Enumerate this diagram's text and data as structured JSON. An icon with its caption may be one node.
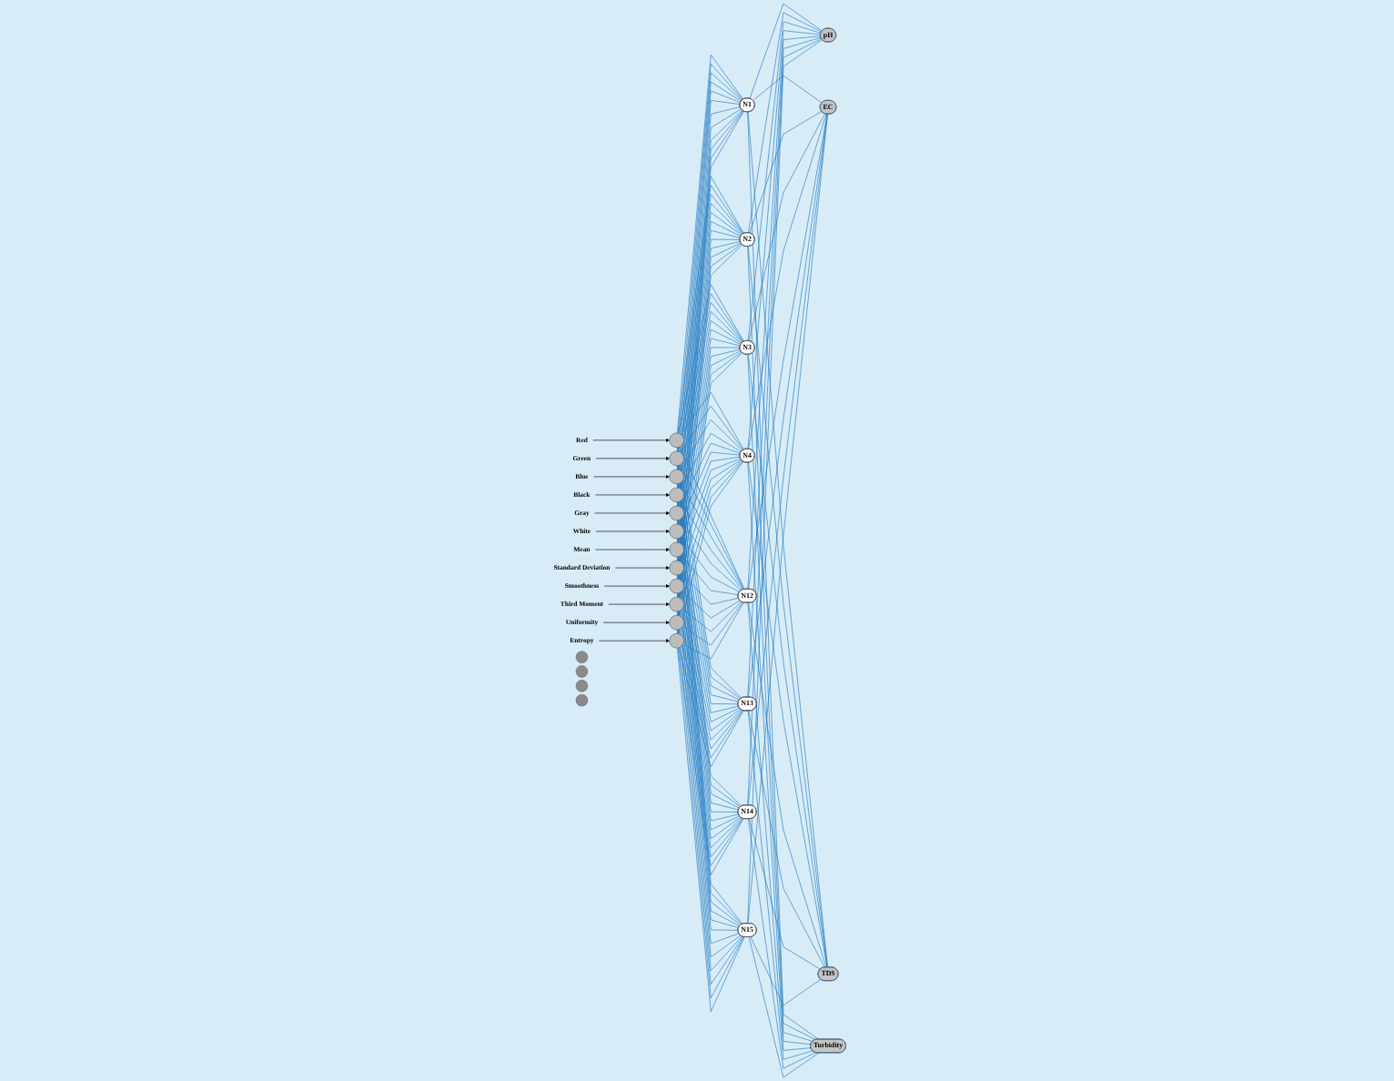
{
  "diagram": {
    "nodes": [
      {
        "text": [
          "Red"
        ]
      },
      {
        "text": [
          "Green"
        ]
      },
      {
        "text": [
          "Blue"
        ]
      },
      {
        "text": [
          "Black"
        ]
      },
      {
        "text": [
          "Gray"
        ]
      },
      {
        "text": [
          "White"
        ]
      },
      {
        "text": [
          "Mean"
        ]
      },
      {
        "text": [
          "Standard Deviation"
        ]
      },
      {
        "text": [
          "Smoothness"
        ]
      },
      {
        "text": [
          "Third Moment"
        ]
      },
      {
        "text": [
          "Uniformity"
        ]
      },
      {
        "text": [
          "Entropy"
        ]
      },
      {
        "text": [],
        "shape": "circle"
      },
      {
        "text": [],
        "shape": "circle"
      },
      {
        "text": [],
        "shape": "circle"
      },
      {
        "text": [],
        "shape": "circle"
      },
      {
        "text": [],
        "shape": "circle"
      },
      {
        "text": [],
        "shape": "circle"
      },
      {
        "text": [],
        "shape": "circle"
      },
      {
        "text": [],
        "shape": "circle"
      },
      {
        "text": [],
        "shape": "circle"
      },
      {
        "text": [],
        "shape": "circle"
      },
      {
        "text": [],
        "shape": "circle"
      },
      {
        "text": [],
        "shape": "circle"
      },
      {
        "text": [
          "N1"
        ]
      },
      {
        "text": [
          "N2"
        ]
      },
      {
        "text": [
          "N3"
        ]
      },
      {
        "text": [
          "N4"
        ]
      },
      {
        "text": [],
        "shape": "circle"
      },
      {
        "text": [],
        "shape": "circle"
      },
      {
        "text": [],
        "shape": "circle"
      },
      {
        "text": [],
        "shape": "circle"
      },
      {
        "text": [
          "N12"
        ]
      },
      {
        "text": [
          "N13"
        ]
      },
      {
        "text": [
          "N14"
        ]
      },
      {
        "text": [
          "N15"
        ]
      },
      {
        "text": [
          "pH"
        ]
      },
      {
        "text": [
          "EC"
        ]
      },
      {
        "text": [
          "TDS"
        ]
      },
      {
        "text": [
          "Turbidity"
        ]
      }
    ],
    "edges": [
      {
        "from": 0,
        "to": 12,
        "arrow": "to",
        "color": "#000000"
      },
      {
        "from": 1,
        "to": 13,
        "arrow": "to",
        "color": "#000000"
      },
      {
        "from": 2,
        "to": 14,
        "arrow": "to",
        "color": "#000000"
      },
      {
        "from": 3,
        "to": 15,
        "arrow": "to",
        "color": "#000000"
      },
      {
        "from": 4,
        "to": 16,
        "arrow": "to",
        "color": "#000000"
      },
      {
        "from": 5,
        "to": 17,
        "arrow": "to",
        "color": "#000000"
      },
      {
        "from": 6,
        "to": 18,
        "arrow": "to",
        "color": "#000000"
      },
      {
        "from": 7,
        "to": 19,
        "arrow": "to",
        "color": "#000000"
      },
      {
        "from": 8,
        "to": 20,
        "arrow": "to",
        "color": "#000000"
      },
      {
        "from": 9,
        "to": 21,
        "arrow": "to",
        "color": "#000000"
      },
      {
        "from": 10,
        "to": 22,
        "arrow": "to",
        "color": "#000000"
      },
      {
        "from": 11,
        "to": 23,
        "arrow": "to",
        "color": "#000000"
      },
      {
        "from": 12,
        "to": 24,
        "arrow": "none"
      },
      {
        "from": 12,
        "to": 25,
        "arrow": "none"
      },
      {
        "from": 12,
        "to": 26,
        "arrow": "none"
      },
      {
        "from": 12,
        "to": 27,
        "arrow": "none"
      },
      {
        "from": 12,
        "to": 32,
        "arrow": "none"
      },
      {
        "from": 12,
        "to": 33,
        "arrow": "none"
      },
      {
        "from": 12,
        "to": 34,
        "arrow": "none"
      },
      {
        "from": 12,
        "to": 35,
        "arrow": "none"
      },
      {
        "from": 13,
        "to": 24,
        "arrow": "none"
      },
      {
        "from": 13,
        "to": 25,
        "arrow": "none"
      },
      {
        "from": 13,
        "to": 26,
        "arrow": "none"
      },
      {
        "from": 13,
        "to": 27,
        "arrow": "none"
      },
      {
        "from": 13,
        "to": 32,
        "arrow": "none"
      },
      {
        "from": 13,
        "to": 33,
        "arrow": "none"
      },
      {
        "from": 13,
        "to": 34,
        "arrow": "none"
      },
      {
        "from": 13,
        "to": 35,
        "arrow": "none"
      },
      {
        "from": 14,
        "to": 24,
        "arrow": "none"
      },
      {
        "from": 14,
        "to": 25,
        "arrow": "none"
      },
      {
        "from": 14,
        "to": 26,
        "arrow": "none"
      },
      {
        "from": 14,
        "to": 27,
        "arrow": "none"
      },
      {
        "from": 14,
        "to": 32,
        "arrow": "none"
      },
      {
        "from": 14,
        "to": 33,
        "arrow": "none"
      },
      {
        "from": 14,
        "to": 34,
        "arrow": "none"
      },
      {
        "from": 14,
        "to": 35,
        "arrow": "none"
      },
      {
        "from": 15,
        "to": 24,
        "arrow": "none"
      },
      {
        "from": 15,
        "to": 25,
        "arrow": "none"
      },
      {
        "from": 15,
        "to": 26,
        "arrow": "none"
      },
      {
        "from": 15,
        "to": 27,
        "arrow": "none"
      },
      {
        "from": 15,
        "to": 32,
        "arrow": "none"
      },
      {
        "from": 15,
        "to": 33,
        "arrow": "none"
      },
      {
        "from": 15,
        "to": 34,
        "arrow": "none"
      },
      {
        "from": 15,
        "to": 35,
        "arrow": "none"
      },
      {
        "from": 16,
        "to": 24,
        "arrow": "none"
      },
      {
        "from": 16,
        "to": 25,
        "arrow": "none"
      },
      {
        "from": 16,
        "to": 26,
        "arrow": "none"
      },
      {
        "from": 16,
        "to": 27,
        "arrow": "none"
      },
      {
        "from": 16,
        "to": 32,
        "arrow": "none"
      },
      {
        "from": 16,
        "to": 33,
        "arrow": "none"
      },
      {
        "from": 16,
        "to": 34,
        "arrow": "none"
      },
      {
        "from": 16,
        "to": 35,
        "arrow": "none"
      },
      {
        "from": 17,
        "to": 24,
        "arrow": "none"
      },
      {
        "from": 17,
        "to": 25,
        "arrow": "none"
      },
      {
        "from": 17,
        "to": 26,
        "arrow": "none"
      },
      {
        "from": 17,
        "to": 27,
        "arrow": "none"
      },
      {
        "from": 17,
        "to": 32,
        "arrow": "none"
      },
      {
        "from": 17,
        "to": 33,
        "arrow": "none"
      },
      {
        "from": 17,
        "to": 34,
        "arrow": "none"
      },
      {
        "from": 17,
        "to": 35,
        "arrow": "none"
      },
      {
        "from": 18,
        "to": 24,
        "arrow": "none"
      },
      {
        "from": 18,
        "to": 25,
        "arrow": "none"
      },
      {
        "from": 18,
        "to": 26,
        "arrow": "none"
      },
      {
        "from": 18,
        "to": 27,
        "arrow": "none"
      },
      {
        "from": 18,
        "to": 32,
        "arrow": "none"
      },
      {
        "from": 18,
        "to": 33,
        "arrow": "none"
      },
      {
        "from": 18,
        "to": 34,
        "arrow": "none"
      },
      {
        "from": 18,
        "to": 35,
        "arrow": "none"
      },
      {
        "from": 19,
        "to": 24,
        "arrow": "none"
      },
      {
        "from": 19,
        "to": 25,
        "arrow": "none"
      },
      {
        "from": 19,
        "to": 26,
        "arrow": "none"
      },
      {
        "from": 19,
        "to": 27,
        "arrow": "none"
      },
      {
        "from": 19,
        "to": 32,
        "arrow": "none"
      },
      {
        "from": 19,
        "to": 33,
        "arrow": "none"
      },
      {
        "from": 19,
        "to": 34,
        "arrow": "none"
      },
      {
        "from": 19,
        "to": 35,
        "arrow": "none"
      },
      {
        "from": 20,
        "to": 24,
        "arrow": "none"
      },
      {
        "from": 20,
        "to": 25,
        "arrow": "none"
      },
      {
        "from": 20,
        "to": 26,
        "arrow": "none"
      },
      {
        "from": 20,
        "to": 27,
        "arrow": "none"
      },
      {
        "from": 20,
        "to": 32,
        "arrow": "none"
      },
      {
        "from": 20,
        "to": 33,
        "arrow": "none"
      },
      {
        "from": 20,
        "to": 34,
        "arrow": "none"
      },
      {
        "from": 20,
        "to": 35,
        "arrow": "none"
      },
      {
        "from": 21,
        "to": 24,
        "arrow": "none"
      },
      {
        "from": 21,
        "to": 25,
        "arrow": "none"
      },
      {
        "from": 21,
        "to": 26,
        "arrow": "none"
      },
      {
        "from": 21,
        "to": 27,
        "arrow": "none"
      },
      {
        "from": 21,
        "to": 32,
        "arrow": "none"
      },
      {
        "from": 21,
        "to": 33,
        "arrow": "none"
      },
      {
        "from": 21,
        "to": 34,
        "arrow": "none"
      },
      {
        "from": 21,
        "to": 35,
        "arrow": "none"
      },
      {
        "from": 22,
        "to": 24,
        "arrow": "none"
      },
      {
        "from": 22,
        "to": 25,
        "arrow": "none"
      },
      {
        "from": 22,
        "to": 26,
        "arrow": "none"
      },
      {
        "from": 22,
        "to": 27,
        "arrow": "none"
      },
      {
        "from": 22,
        "to": 32,
        "arrow": "none"
      },
      {
        "from": 22,
        "to": 33,
        "arrow": "none"
      },
      {
        "from": 22,
        "to": 34,
        "arrow": "none"
      },
      {
        "from": 22,
        "to": 35,
        "arrow": "none"
      },
      {
        "from": 23,
        "to": 24,
        "arrow": "none"
      },
      {
        "from": 23,
        "to": 25,
        "arrow": "none"
      },
      {
        "from": 23,
        "to": 26,
        "arrow": "none"
      },
      {
        "from": 23,
        "to": 27,
        "arrow": "none"
      },
      {
        "from": 23,
        "to": 32,
        "arrow": "none"
      },
      {
        "from": 23,
        "to": 33,
        "arrow": "none"
      },
      {
        "from": 23,
        "to": 34,
        "arrow": "none"
      },
      {
        "from": 23,
        "to": 35,
        "arrow": "none"
      },
      {
        "from": 24,
        "to": 36,
        "arrow": "none"
      },
      {
        "from": 24,
        "to": 37,
        "arrow": "none"
      },
      {
        "from": 24,
        "to": 38,
        "arrow": "none"
      },
      {
        "from": 24,
        "to": 39,
        "arrow": "none"
      },
      {
        "from": 25,
        "to": 36,
        "arrow": "none"
      },
      {
        "from": 25,
        "to": 37,
        "arrow": "none"
      },
      {
        "from": 25,
        "to": 38,
        "arrow": "none"
      },
      {
        "from": 25,
        "to": 39,
        "arrow": "none"
      },
      {
        "from": 26,
        "to": 36,
        "arrow": "none"
      },
      {
        "from": 26,
        "to": 37,
        "arrow": "none"
      },
      {
        "from": 26,
        "to": 38,
        "arrow": "none"
      },
      {
        "from": 26,
        "to": 39,
        "arrow": "none"
      },
      {
        "from": 27,
        "to": 36,
        "arrow": "none"
      },
      {
        "from": 27,
        "to": 37,
        "arrow": "none"
      },
      {
        "from": 27,
        "to": 38,
        "arrow": "none"
      },
      {
        "from": 27,
        "to": 39,
        "arrow": "none"
      },
      {
        "from": 32,
        "to": 36,
        "arrow": "none"
      },
      {
        "from": 32,
        "to": 37,
        "arrow": "none"
      },
      {
        "from": 32,
        "to": 38,
        "arrow": "none"
      },
      {
        "from": 32,
        "to": 39,
        "arrow": "none"
      },
      {
        "from": 33,
        "to": 36,
        "arrow": "none"
      },
      {
        "from": 33,
        "to": 37,
        "arrow": "none"
      },
      {
        "from": 33,
        "to": 38,
        "arrow": "none"
      },
      {
        "from": 33,
        "to": 39,
        "arrow": "none"
      },
      {
        "from": 34,
        "to": 36,
        "arrow": "none"
      },
      {
        "from": 34,
        "to": 37,
        "arrow": "none"
      },
      {
        "from": 34,
        "to": 38,
        "arrow": "none"
      },
      {
        "from": 34,
        "to": 39,
        "arrow": "none"
      },
      {
        "from": 35,
        "to": 36,
        "arrow": "none"
      },
      {
        "from": 35,
        "to": 37,
        "arrow": "none"
      },
      {
        "from": 35,
        "to": 38,
        "arrow": "none"
      },
      {
        "from": 35,
        "to": 39,
        "arrow": "none"
      }
    ]
  }
}
